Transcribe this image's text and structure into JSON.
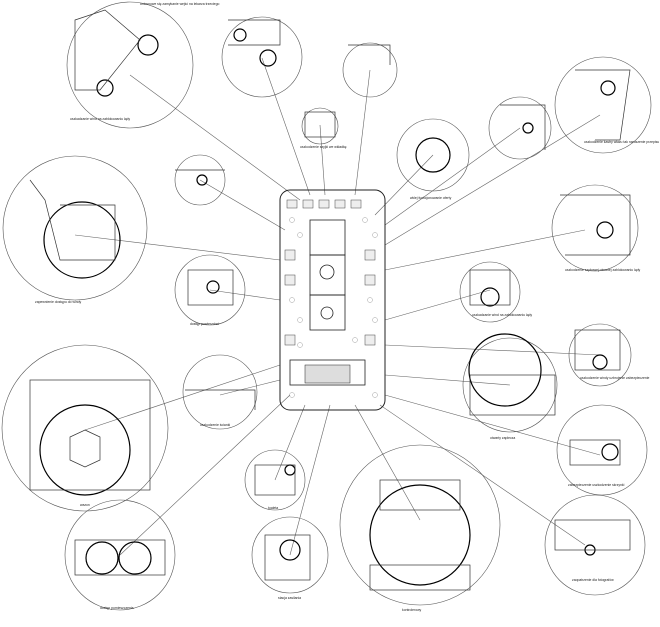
{
  "diagram": {
    "labels": {
      "top_left": "uniosnowe się zamykanie wejść na lekarza trzeciego",
      "top_left_lower": "uszkadzanie wind na zablokowaniu lądy",
      "center_upper": "uszkodzenie szyjki we wkładkę",
      "center_middle": "wklej funkcjonowanie oferty",
      "right_top": "uszkodzenie kastry włazu tak naruszenie przepisu",
      "right_middle": "uszkodzenie szybowej otwartej zablokowaniu lądy",
      "right_lower_a": "uszkadzanie wind na zablokowaniu lądy",
      "right_lower_b": "uszkodzenie windy uzbrojenie zabezpieczenie",
      "right_bottom_a": "otwarty zaplecza",
      "right_bottom_b": "zabezpieczenie uszkodzenie skrzynki",
      "left_upper": "zapewnienie dostępu do windy",
      "left_middle": "dostęp powierzchni",
      "left_lower": "uszkodzenie ścianki",
      "left_bottom": "wazon",
      "bottom_left": "dostęp pomieszczenia",
      "bottom_center_a": "toaleta",
      "bottom_center_b": "stacja zasilania",
      "bottom_right": "kontrolerowy",
      "bottom_far_right": "zaopatrzenie dla fotografów"
    }
  }
}
